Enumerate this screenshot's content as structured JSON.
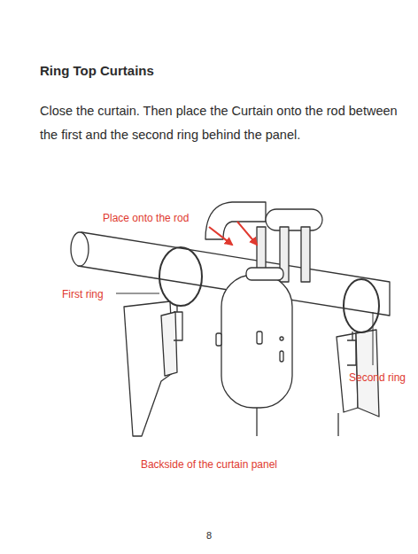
{
  "diagram": {
    "title": "Ring Top Curtains",
    "labels": [
      "Close the curtain. Then place the Curtain onto the rod between the first and the second ring behind the panel.",
      "Place onto the rod",
      "First ring",
      "Second ring",
      "Backside of the curtain panel",
      "8"
    ]
  }
}
